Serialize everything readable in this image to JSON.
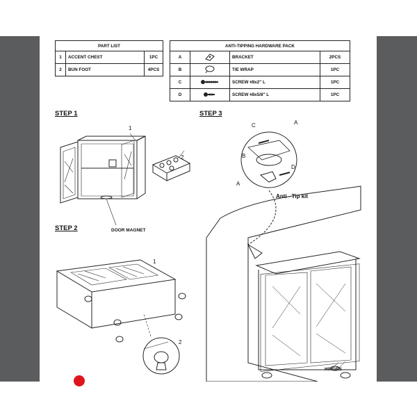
{
  "part_list": {
    "title": "PART LIST",
    "rows": [
      {
        "no": "1",
        "name": "ACCENT CHEST",
        "qty": "1PC"
      },
      {
        "no": "2",
        "name": "BUN FOOT",
        "qty": "4PCS"
      }
    ]
  },
  "hardware_pack": {
    "title": "ANTI-TIPPING HARDWARE PACK",
    "rows": [
      {
        "key": "A",
        "icon": "bracket-icon",
        "name": "BRACKET",
        "qty": "2PCS"
      },
      {
        "key": "B",
        "icon": "tie-wrap-icon",
        "name": "TIE WRAP",
        "qty": "1PC"
      },
      {
        "key": "C",
        "icon": "long-screw-icon",
        "name": "SCREW #8x2'' L",
        "qty": "1PC"
      },
      {
        "key": "D",
        "icon": "short-screw-icon",
        "name": "SCREW #8x5/8'' L",
        "qty": "1PC"
      }
    ]
  },
  "steps": {
    "step1": "STEP 1",
    "step2": "STEP 2",
    "step3": "STEP 3"
  },
  "labels": {
    "door_magnet": "DOOR MAGNET",
    "anti_tip_kit": "Anti - Tip kit",
    "hinges": "HINGES"
  },
  "callouts": {
    "s1_part1": "1",
    "s1_part2": "2",
    "s2_part1": "1",
    "s2_part2": "2",
    "s3_c": "C",
    "s3_a_top": "A",
    "s3_b": "B",
    "s3_d": "D",
    "s3_a_bottom": "A"
  },
  "colors": {
    "side_panel": "#5a5c5e",
    "line": "#222222",
    "logo": "#e0151b"
  }
}
